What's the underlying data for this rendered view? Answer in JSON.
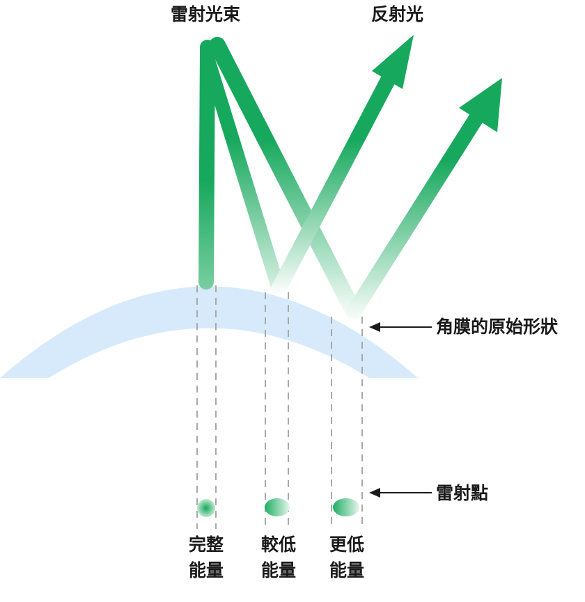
{
  "labels": {
    "laser_beam": "雷射光束",
    "reflected_light": "反射光",
    "cornea_shape": "角膜的原始形狀",
    "laser_spot": "雷射點"
  },
  "energy_levels": [
    {
      "line1": "完整",
      "line2": "能量"
    },
    {
      "line1": "較低",
      "line2": "能量"
    },
    {
      "line1": "更低",
      "line2": "能量"
    }
  ],
  "colors": {
    "beam_green": "#16a85c",
    "cornea_blue": "#d6eafb",
    "dash_gray": "#a8a8a8",
    "text": "#1a1a1a"
  }
}
